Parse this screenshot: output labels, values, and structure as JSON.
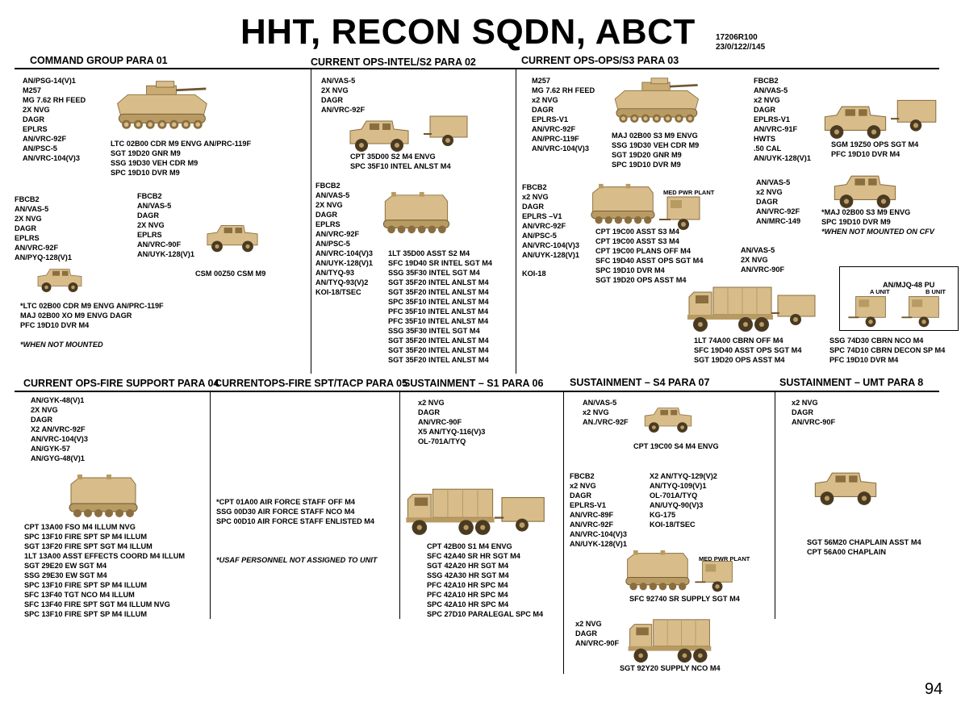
{
  "title": "HHT, RECON SQDN, ABCT",
  "doc_code": [
    "17206R100",
    "23/0/122//145"
  ],
  "page_number": "94",
  "sections": [
    {
      "id": "cmd",
      "header": "COMMAND GROUP  PARA 01"
    },
    {
      "id": "intel",
      "header": "CURRENT OPS-INTEL/S2  PARA 02"
    },
    {
      "id": "ops",
      "header": "CURRENT OPS-OPS/S3  PARA 03"
    },
    {
      "id": "fire",
      "header": "CURRENT OPS-FIRE SUPPORT PARA 04"
    },
    {
      "id": "tacp",
      "header": "CURRENTOPS-FIRE SPT/TACP  PARA 05"
    },
    {
      "id": "s1",
      "header": "SUSTAINMENT – S1  PARA 06"
    },
    {
      "id": "s4",
      "header": "SUSTAINMENT – S4  PARA 07"
    },
    {
      "id": "umt",
      "header": "SUSTAINMENT – UMT  PARA 8"
    }
  ],
  "blocks": [
    "AN/PSG-14(V)1\nM257\nMG 7.62 RH FEED\n2X NVG\nDAGR\nEPLRS\nAN/VRC-92F\nAN/PSC-5\nAN/VRC-104(V)3",
    "LTC 02B00 CDR M9 ENVG AN/PRC-119F\nSGT 19D20 GNR M9\nSSG 19D30 VEH CDR M9\nSPC 19D10 DVR M9",
    "FBCB2\nAN/VAS-5\n2X NVG\nDAGR\nEPLRS\nAN/VRC-92F\nAN/PYQ-128(V)1",
    "FBCB2\nAN/VAS-5\nDAGR\n2X NVG\nEPLRS\nAN/VRC-90F\nAN/UYK-128(V)1",
    "CSM 00Z50 CSM M9",
    "*LTC 02B00 CDR M9 ENVG AN/PRC-119F\nMAJ 02B00 XO M9 ENVG DAGR\nPFC 19D10 DVR M4",
    "*WHEN NOT MOUNTED",
    "AN/VAS-5\n2X NVG\nDAGR\nAN/VRC-92F",
    "CPT 35D00 S2 M4 ENVG\nSPC 35F10 INTEL ANLST M4",
    "FBCB2\nAN/VAS-5\n2X NVG\nDAGR\nEPLRS\nAN/VRC-92F\nAN/PSC-5\nAN/VRC-104(V)3\nAN/UYK-128(V)1\nAN/TYQ-93\nAN/TYQ-93(V)2\nKOI-18/TSEC",
    "1LT 35D00 ASST S2 M4\nSFC 19D40 SR INTEL SGT M4\nSSG 35F30 INTEL SGT M4\nSGT 35F20 INTEL ANLST M4\nSGT 35F20 INTEL ANLST M4\nSPC 35F10 INTEL ANLST M4\nPFC 35F10 INTEL ANLST M4\nPFC 35F10 INTEL ANLST M4\nSSG 35F30 INTEL SGT M4\nSGT 35F20 INTEL ANLST M4\nSGT 35F20 INTEL ANLST M4\nSGT 35F20 INTEL ANLST M4",
    "M257\nMG 7.62 RH FEED\nx2 NVG\nDAGR\nEPLRS-V1\nAN/VRC-92F\nAN/PRC-119F\nAN/VRC-104(V)3",
    "MAJ 02B00 S3 M9 ENVG\nSSG 19D30 VEH CDR M9\nSGT 19D20 GNR M9\nSPC 19D10 DVR M9",
    "FBCB2\nAN/VAS-5\nx2 NVG\nDAGR\nEPLRS-V1\nAN/VRC-91F\nHWTS\n.50 CAL\nAN/UYK-128(V)1",
    "SGM 19Z50 OPS SGT M4\nPFC 19D10 DVR M4",
    "FBCB2\nx2 NVG\nDAGR\nEPLRS –V1\nAN/VRC-92F\nAN/PSC-5\nAN/VRC-104(V)3\nAN/UYK-128(V)1",
    "KOI-18",
    "MED PWR PLANT",
    "CPT 19C00 ASST S3 M4\nCPT 19C00 ASST S3 M4\nCPT 19C00 PLANS OFF M4\nSFC 19D40 ASST OPS SGT M4\nSPC 19D10 DVR M4\nSGT 19D20 OPS ASST M4",
    "AN/VAS-5\nx2 NVG\nDAGR\nAN/VRC-92F\nAN/MRC-149",
    "*MAJ 02B00 S3 M9 ENVG\nSPC 19D10 DVR M9",
    "*WHEN NOT MOUNTED ON CFV",
    "AN/VAS-5\n2X NVG\nAN/VRC-90F",
    "AN/MJQ-48 PU",
    "A UNIT",
    "B UNIT",
    "1LT 74A00 CBRN OFF M4\nSFC 19D40 ASST OPS SGT M4\nSGT 19D20 OPS ASST M4",
    "SSG 74D30 CBRN NCO M4\nSPC 74D10 CBRN DECON SP M4\nPFC 19D10 DVR M4",
    "AN/GYK-48(V)1\n2X NVG\nDAGR\nX2 AN/VRC-92F\nAN/VRC-104(V)3\nAN/GYK-57\nAN/GYG-48(V)1",
    "CPT 13A00 FSO M4 ILLUM NVG\nSPC 13F10 FIRE SPT SP M4 ILLUM\nSGT 13F20 FIRE SPT SGT M4 ILLUM\n1LT 13A00 ASST EFFECTS COORD M4 ILLUM\nSGT 29E20 EW SGT M4\nSSG 29E30 EW SGT M4\nSPC 13F10 FIRE SPT SP M4 ILLUM\nSFC 13F40 TGT NCO M4 ILLUM\nSFC 13F40 FIRE SPT SGT M4 ILLUM NVG\nSPC 13F10 FIRE SPT SP M4 ILLUM",
    "*CPT 01A00 AIR FORCE STAFF OFF M4\nSSG 00D30 AIR FORCE STAFF NCO M4\nSPC 00D10 AIR FORCE STAFF ENLISTED M4",
    "*USAF PERSONNEL NOT ASSIGNED TO UNIT",
    "x2 NVG\nDAGR\nAN/VRC-90F\nX5 AN/TYQ-116(V)3\nOL-701A/TYQ",
    "CPT 42B00 S1 M4 ENVG\nSFC 42A40 SR HR SGT M4\nSGT 42A20 HR SGT M4\nSSG 42A30 HR SGT M4\nPFC 42A10 HR SPC M4\nPFC 42A10 HR SPC M4\nSPC 42A10 HR SPC M4\nSPC 27D10 PARALEGAL SPC M4",
    "AN/VAS-5\nx2 NVG\nAN./VRC-92F",
    "CPT 19C00 S4 M4 ENVG",
    "FBCB2\nx2 NVG\nDAGR\nEPLRS-V1\nAN/VRC-89F\nAN/VRC-92F\nAN/VRC-104(V)3\nAN/UYK-128(V)1",
    "X2 AN/TYQ-129(V)2\nAN/TYQ-109(V)1\nOL-701A/TYQ\nAN/UYQ-90(V)3\nKG-175\nKOI-18/TSEC",
    "MED PWR PLANT",
    "SFC 92740 SR SUPPLY SGT M4",
    "x2 NVG\nDAGR\nAN/VRC-90F",
    "SGT 92Y20 SUPPLY NCO M4",
    "x2 NVG\nDAGR\nAN/VRC-90F",
    "SGT 56M20 CHAPLAIN ASST M4\nCPT 56A00 CHAPLAIN"
  ],
  "vehicle_icons": [
    "bradley-icon",
    "bradley-icon",
    "hmmwv-trailer-icon",
    "hmmwv-trailer-icon",
    "m113-icon",
    "m113-generator-icon",
    "hmmwv-icon",
    "hmmwv-icon",
    "hmmwv-icon",
    "hmmwv-icon",
    "truck-trailer-icon",
    "generator-trailer-icon",
    "m113-icon",
    "truck-trailer-icon",
    "hmmwv-icon",
    "m113-generator-icon",
    "truck-icon",
    "hmmwv-icon"
  ],
  "colors": {
    "vehicle_tan": "#d8bd8a",
    "vehicle_shade": "#b89a63",
    "vehicle_dark": "#8a6e3f",
    "line": "#000000"
  }
}
